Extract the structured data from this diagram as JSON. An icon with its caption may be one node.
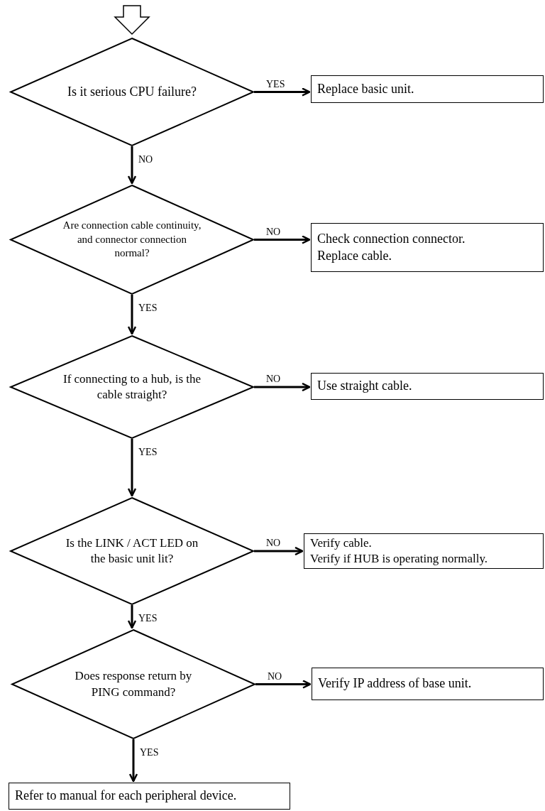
{
  "diagram": {
    "nodes": [
      {
        "text": [
          "Is it serious CPU failure?"
        ]
      },
      {
        "text": [
          "Replace basic unit."
        ]
      },
      {
        "text": [
          "Are connection cable continuity, and connector connection normal?"
        ]
      },
      {
        "text": [
          "Check connection connector.",
          "Replace cable."
        ]
      },
      {
        "text": [
          "If connecting to a hub, is the cable straight?"
        ]
      },
      {
        "text": [
          "Use straight cable."
        ]
      },
      {
        "text": [
          "Is the LINK / ACT LED on the basic unit lit?"
        ]
      },
      {
        "text": [
          "Verify cable.",
          "Verify if HUB is operating normally."
        ]
      },
      {
        "text": [
          "Does response return by PING command?"
        ]
      },
      {
        "text": [
          "Verify IP address of base unit."
        ]
      },
      {
        "text": [
          "Refer to manual for each peripheral device."
        ]
      }
    ],
    "edges": [
      {
        "from": null,
        "to": 0,
        "arrow": "to"
      },
      {
        "from": 0,
        "to": 1,
        "arrow": "to",
        "label": "YES"
      },
      {
        "from": 0,
        "to": 2,
        "arrow": "to",
        "label": "NO"
      },
      {
        "from": 2,
        "to": 3,
        "arrow": "to",
        "label": "NO"
      },
      {
        "from": 2,
        "to": 4,
        "arrow": "to",
        "label": "YES"
      },
      {
        "from": 4,
        "to": 5,
        "arrow": "to",
        "label": "NO"
      },
      {
        "from": 4,
        "to": 6,
        "arrow": "to",
        "label": "YES"
      },
      {
        "from": 6,
        "to": 7,
        "arrow": "to",
        "label": "NO"
      },
      {
        "from": 6,
        "to": 8,
        "arrow": "to",
        "label": "YES"
      },
      {
        "from": 8,
        "to": 9,
        "arrow": "to",
        "label": "NO"
      },
      {
        "from": 8,
        "to": 10,
        "arrow": "to",
        "label": "YES"
      }
    ]
  }
}
